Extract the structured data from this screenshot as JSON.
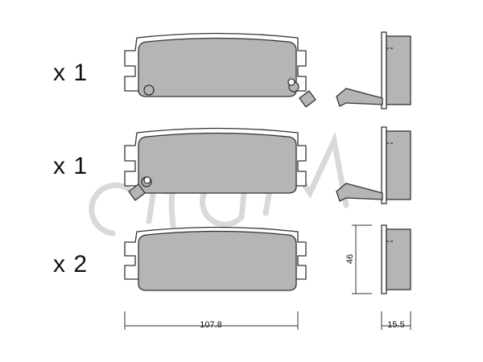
{
  "quantities": [
    "x 1",
    "x 1",
    "x 2"
  ],
  "dimensions": {
    "length": "107.8",
    "height": "46",
    "thickness": "15.5"
  },
  "watermark": "cifam",
  "colors": {
    "pad": "#b5b5b5",
    "outline": "#333333",
    "watermark": "#d9d9d9"
  }
}
